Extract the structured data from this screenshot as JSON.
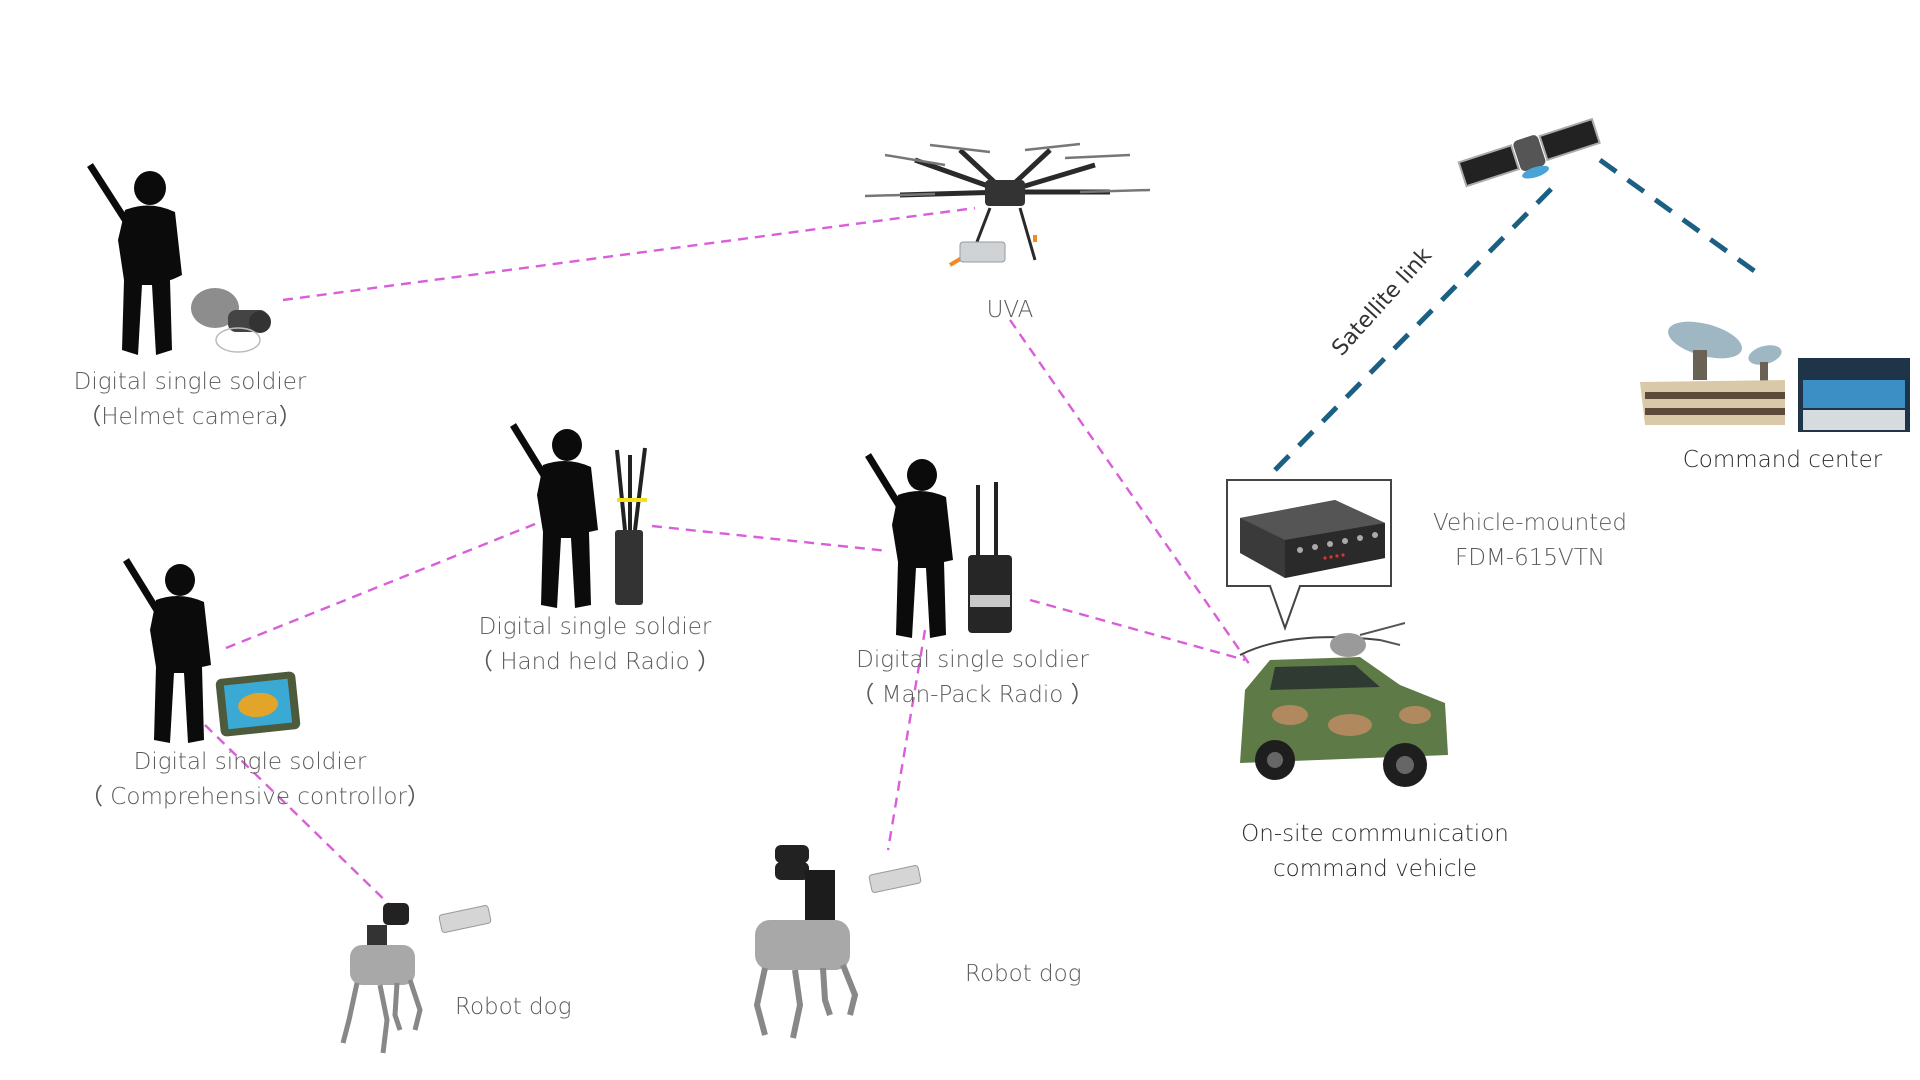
{
  "diagram": {
    "nodes": {
      "helmet_soldier": {
        "line1": "Digital single soldier",
        "line2": "（Helmet camera）"
      },
      "uva": {
        "label": "UVA"
      },
      "handheld_soldier": {
        "line1": "Digital single soldier",
        "line2": "（ Hand held Radio ）"
      },
      "manpack_soldier": {
        "line1": "Digital single soldier",
        "line2": "（ Man-Pack Radio ）"
      },
      "controller_soldier": {
        "line1": "Digital single soldier",
        "line2": "（ Comprehensive controllor）"
      },
      "robot_dog_1": {
        "label": "Robot dog"
      },
      "robot_dog_2": {
        "label": "Robot dog"
      },
      "vehicle_device": {
        "line1": "Vehicle-mounted",
        "line2": "FDM-615VTN"
      },
      "vehicle": {
        "line1": "On-site communication",
        "line2": "command vehicle"
      },
      "command_center": {
        "label": "Command center"
      },
      "satellite": {
        "link_label": "Satellite link"
      }
    },
    "links": {
      "mesh_color": "#d95fd9",
      "satellite_color": "#1b5f82"
    }
  }
}
